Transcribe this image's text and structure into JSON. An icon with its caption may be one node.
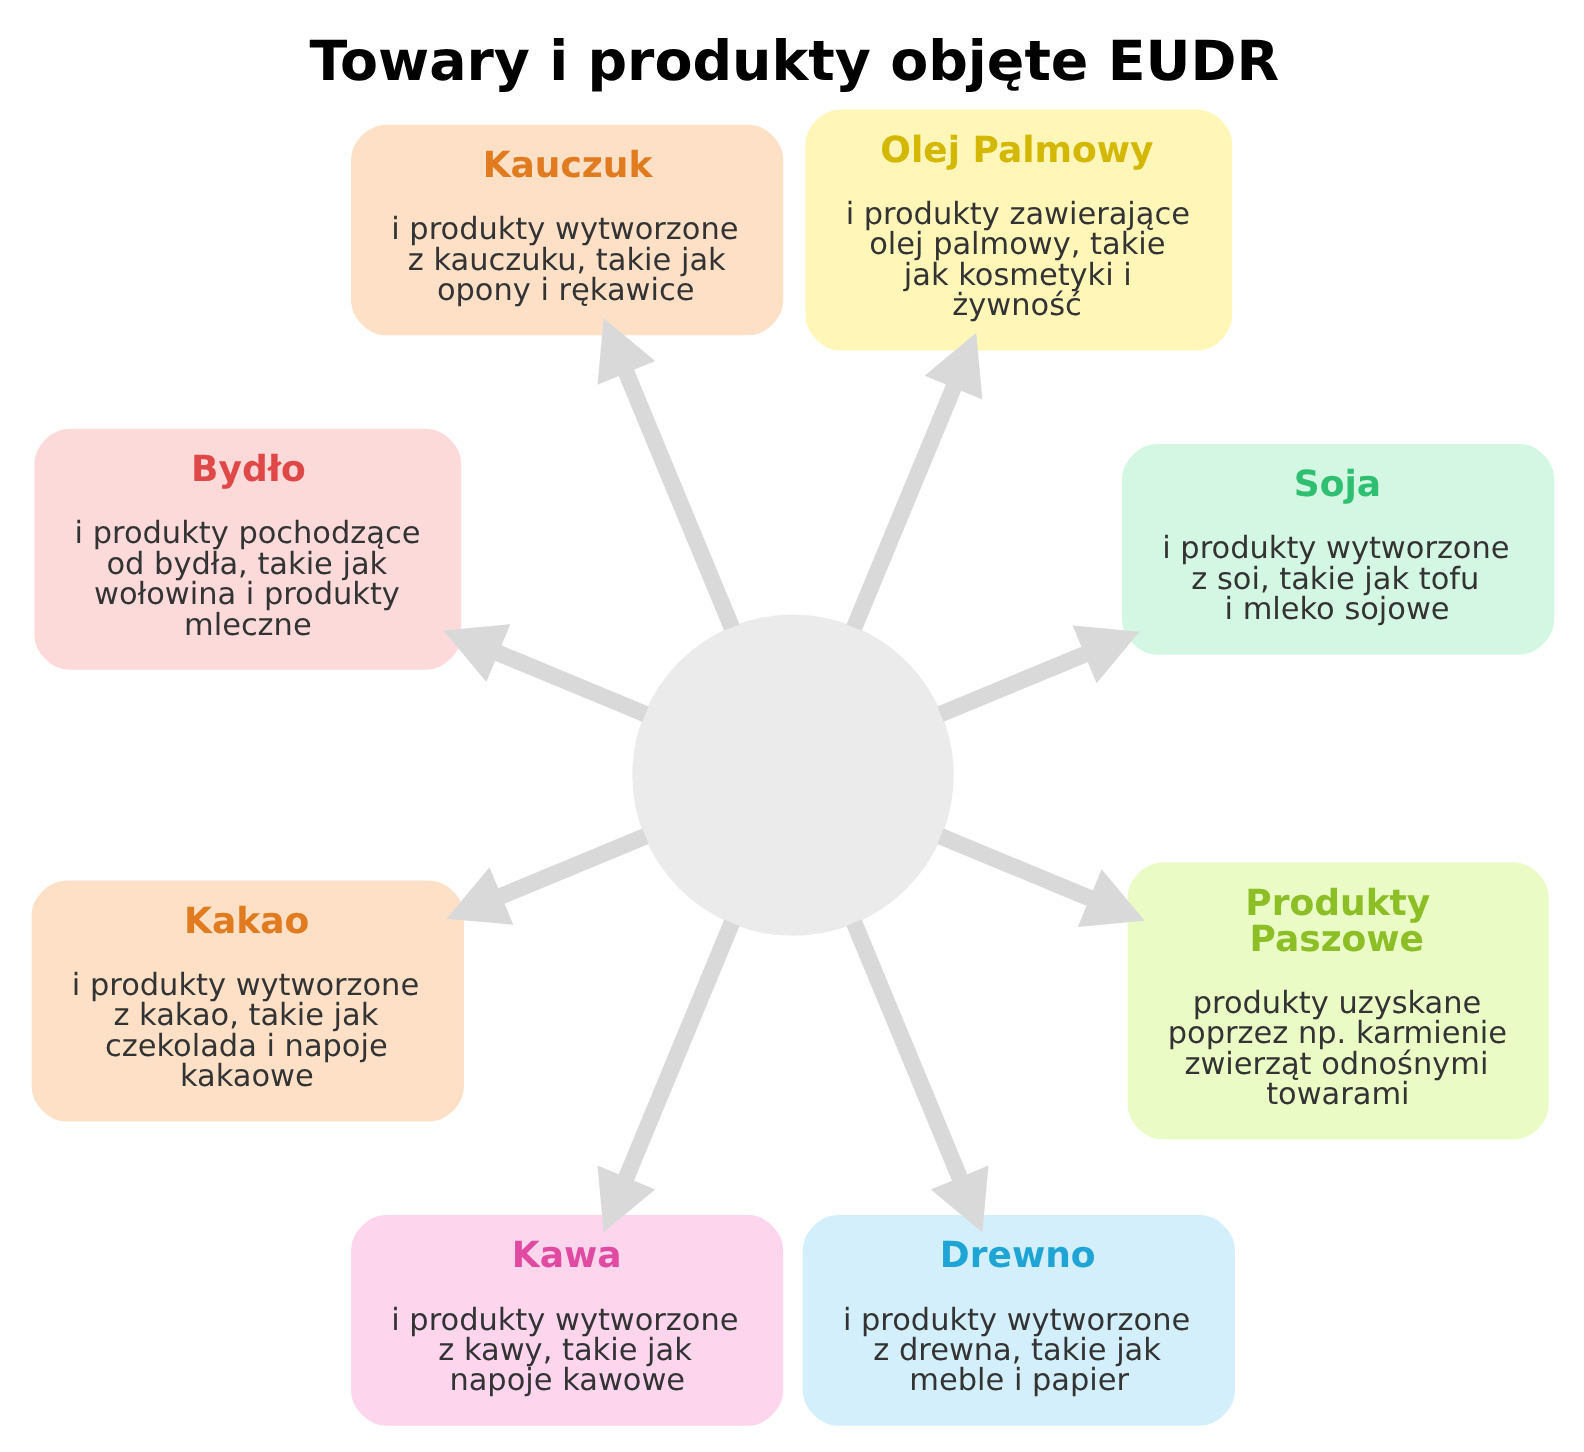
{
  "diagram": {
    "title": "Towary i produkty objęte EUDR",
    "nodes": [
      {
        "text": [],
        "shape": "circle"
      },
      {
        "text": [
          "Soja",
          "i produkty wytworzone z soi, takie jak tofu i mleko sojowe"
        ]
      },
      {
        "text": [
          "Olej Palmowy",
          "i produkty zawierające olej palmowy, takie jak kosmetyki i żywność"
        ]
      },
      {
        "text": [
          "Kauczuk",
          "i produkty wytworzone z kauczuku, takie jak opony i rękawice"
        ]
      },
      {
        "text": [
          "Bydło",
          "i produkty pochodzące od bydła, takie jak wołowina i produkty mleczne"
        ]
      },
      {
        "text": [
          "Kakao",
          "i produkty wytworzone z kakao, takie jak czekolada i napoje kakaowe"
        ]
      },
      {
        "text": [
          "Kawa",
          "i produkty wytworzone z kawy, takie jak napoje kawowe"
        ]
      },
      {
        "text": [
          "Drewno",
          "i produkty wytworzone z drewna, takie jak meble i papier"
        ]
      },
      {
        "text": [
          "Produkty Paszowe",
          "produkty uzyskane poprzez np. karmienie zwierząt odnośnymi towarami"
        ]
      }
    ],
    "edges": [
      {
        "from": 0,
        "to": 1,
        "arrow": "to"
      },
      {
        "from": 0,
        "to": 2,
        "arrow": "to"
      },
      {
        "from": 0,
        "to": 3,
        "arrow": "to"
      },
      {
        "from": 0,
        "to": 4,
        "arrow": "to"
      },
      {
        "from": 0,
        "to": 5,
        "arrow": "to"
      },
      {
        "from": 0,
        "to": 6,
        "arrow": "to"
      },
      {
        "from": 0,
        "to": 7,
        "arrow": "to"
      },
      {
        "from": 0,
        "to": 8,
        "arrow": "to"
      }
    ]
  }
}
